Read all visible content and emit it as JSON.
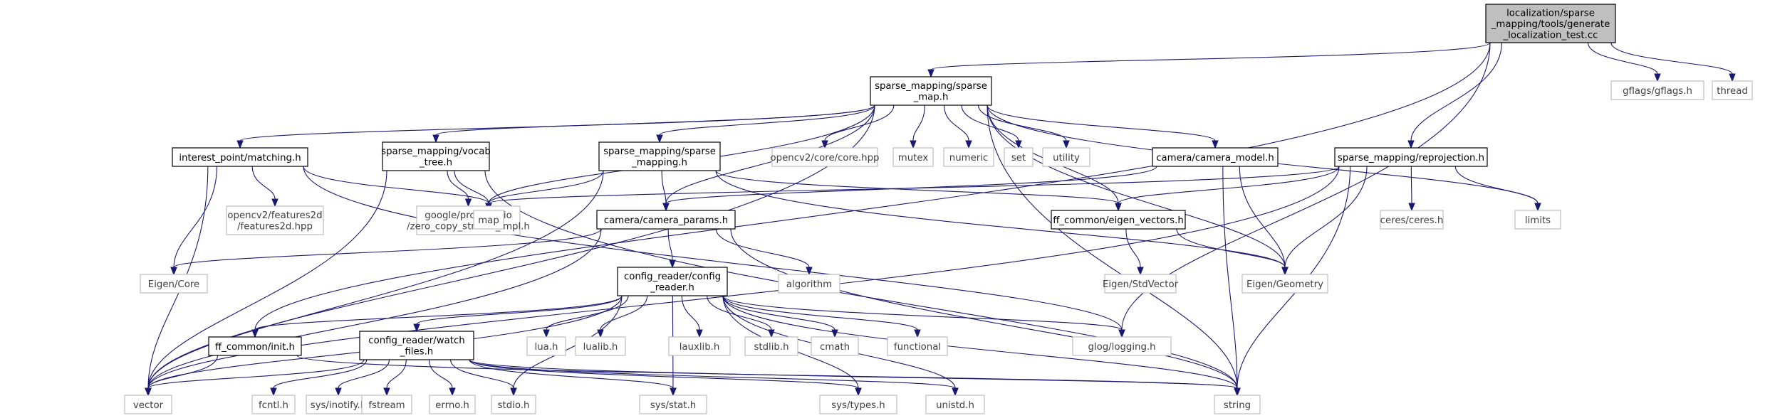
{
  "graph": {
    "colors": {
      "edge": "#191970",
      "root_fill": "#bfbfbf",
      "local_border": "#000000",
      "external_border": "#bfbfbf"
    },
    "nodes": [
      {
        "id": "root",
        "kind": "root",
        "lines": [
          "localization/sparse",
          "_mapping/tools/generate",
          "_localization_test.cc"
        ]
      },
      {
        "id": "sparse_map",
        "kind": "local",
        "lines": [
          "sparse_mapping/sparse",
          "_map.h"
        ]
      },
      {
        "id": "gflags",
        "kind": "ext",
        "lines": [
          "gflags/gflags.h"
        ]
      },
      {
        "id": "thread",
        "kind": "ext",
        "lines": [
          "thread"
        ]
      },
      {
        "id": "matching",
        "kind": "local",
        "lines": [
          "interest_point/matching.h"
        ]
      },
      {
        "id": "vocab_tree",
        "kind": "local",
        "lines": [
          "sparse_mapping/vocab",
          "_tree.h"
        ]
      },
      {
        "id": "sparse_mapping_h",
        "kind": "local",
        "lines": [
          "sparse_mapping/sparse",
          "_mapping.h"
        ]
      },
      {
        "id": "opencv_core",
        "kind": "ext",
        "lines": [
          "opencv2/core/core.hpp"
        ]
      },
      {
        "id": "mutex",
        "kind": "ext",
        "lines": [
          "mutex"
        ]
      },
      {
        "id": "numeric",
        "kind": "ext",
        "lines": [
          "numeric"
        ]
      },
      {
        "id": "set",
        "kind": "ext",
        "lines": [
          "set"
        ]
      },
      {
        "id": "utility",
        "kind": "ext",
        "lines": [
          "utility"
        ]
      },
      {
        "id": "camera_model",
        "kind": "local",
        "lines": [
          "camera/camera_model.h"
        ]
      },
      {
        "id": "reprojection",
        "kind": "local",
        "lines": [
          "sparse_mapping/reprojection.h"
        ]
      },
      {
        "id": "features2d",
        "kind": "ext",
        "lines": [
          "opencv2/features2d",
          "/features2d.hpp"
        ]
      },
      {
        "id": "protobuf",
        "kind": "ext",
        "lines": [
          "google/protobuf/io",
          "/zero_copy_stream_impl.h"
        ]
      },
      {
        "id": "map",
        "kind": "ext",
        "lines": [
          "map"
        ]
      },
      {
        "id": "camera_params",
        "kind": "local",
        "lines": [
          "camera/camera_params.h"
        ]
      },
      {
        "id": "eigen_vectors",
        "kind": "local",
        "lines": [
          "ff_common/eigen_vectors.h"
        ]
      },
      {
        "id": "ceres",
        "kind": "ext",
        "lines": [
          "ceres/ceres.h"
        ]
      },
      {
        "id": "limits",
        "kind": "ext",
        "lines": [
          "limits"
        ]
      },
      {
        "id": "eigen_core",
        "kind": "ext",
        "lines": [
          "Eigen/Core"
        ]
      },
      {
        "id": "config_reader",
        "kind": "local",
        "lines": [
          "config_reader/config",
          "_reader.h"
        ]
      },
      {
        "id": "algorithm",
        "kind": "ext",
        "lines": [
          "algorithm"
        ]
      },
      {
        "id": "eigen_stdvector",
        "kind": "ext",
        "lines": [
          "Eigen/StdVector"
        ]
      },
      {
        "id": "eigen_geometry",
        "kind": "ext",
        "lines": [
          "Eigen/Geometry"
        ]
      },
      {
        "id": "ff_init",
        "kind": "local",
        "lines": [
          "ff_common/init.h"
        ]
      },
      {
        "id": "watch_files",
        "kind": "local",
        "lines": [
          "config_reader/watch",
          "_files.h"
        ]
      },
      {
        "id": "lua",
        "kind": "ext",
        "lines": [
          "lua.h"
        ]
      },
      {
        "id": "lualib",
        "kind": "ext",
        "lines": [
          "lualib.h"
        ]
      },
      {
        "id": "lauxlib",
        "kind": "ext",
        "lines": [
          "lauxlib.h"
        ]
      },
      {
        "id": "stdlib",
        "kind": "ext",
        "lines": [
          "stdlib.h"
        ]
      },
      {
        "id": "cmath",
        "kind": "ext",
        "lines": [
          "cmath"
        ]
      },
      {
        "id": "functional",
        "kind": "ext",
        "lines": [
          "functional"
        ]
      },
      {
        "id": "glog",
        "kind": "ext",
        "lines": [
          "glog/logging.h"
        ]
      },
      {
        "id": "vector",
        "kind": "ext",
        "lines": [
          "vector"
        ]
      },
      {
        "id": "fcntl",
        "kind": "ext",
        "lines": [
          "fcntl.h"
        ]
      },
      {
        "id": "inotify",
        "kind": "ext",
        "lines": [
          "sys/inotify.h"
        ]
      },
      {
        "id": "fstream",
        "kind": "ext",
        "lines": [
          "fstream"
        ]
      },
      {
        "id": "errno",
        "kind": "ext",
        "lines": [
          "errno.h"
        ]
      },
      {
        "id": "stdio",
        "kind": "ext",
        "lines": [
          "stdio.h"
        ]
      },
      {
        "id": "sys_stat",
        "kind": "ext",
        "lines": [
          "sys/stat.h"
        ]
      },
      {
        "id": "sys_types",
        "kind": "ext",
        "lines": [
          "sys/types.h"
        ]
      },
      {
        "id": "unistd",
        "kind": "ext",
        "lines": [
          "unistd.h"
        ]
      },
      {
        "id": "string",
        "kind": "ext",
        "lines": [
          "string"
        ]
      }
    ],
    "edges": [
      [
        "root",
        "sparse_map"
      ],
      [
        "root",
        "gflags"
      ],
      [
        "root",
        "thread"
      ],
      [
        "root",
        "reprojection"
      ],
      [
        "root",
        "glog"
      ],
      [
        "root",
        "ff_init"
      ],
      [
        "sparse_map",
        "vector"
      ],
      [
        "sparse_map",
        "matching"
      ],
      [
        "sparse_map",
        "vocab_tree"
      ],
      [
        "sparse_map",
        "sparse_mapping_h"
      ],
      [
        "sparse_map",
        "map"
      ],
      [
        "sparse_map",
        "camera_params"
      ],
      [
        "sparse_map",
        "opencv_core"
      ],
      [
        "sparse_map",
        "mutex"
      ],
      [
        "sparse_map",
        "numeric"
      ],
      [
        "sparse_map",
        "set"
      ],
      [
        "sparse_map",
        "utility"
      ],
      [
        "sparse_map",
        "camera_model"
      ],
      [
        "sparse_map",
        "eigen_vectors"
      ],
      [
        "sparse_map",
        "eigen_geometry"
      ],
      [
        "sparse_map",
        "limits"
      ],
      [
        "sparse_map",
        "string"
      ],
      [
        "matching",
        "features2d"
      ],
      [
        "matching",
        "map"
      ],
      [
        "matching",
        "eigen_core"
      ],
      [
        "matching",
        "vector"
      ],
      [
        "matching",
        "glog"
      ],
      [
        "vocab_tree",
        "protobuf"
      ],
      [
        "vocab_tree",
        "map"
      ],
      [
        "vocab_tree",
        "vector"
      ],
      [
        "vocab_tree",
        "string"
      ],
      [
        "sparse_mapping_h",
        "map"
      ],
      [
        "sparse_mapping_h",
        "camera_params"
      ],
      [
        "sparse_mapping_h",
        "eigen_vectors"
      ],
      [
        "sparse_mapping_h",
        "vector"
      ],
      [
        "sparse_mapping_h",
        "eigen_geometry"
      ],
      [
        "camera_model",
        "camera_params"
      ],
      [
        "camera_model",
        "eigen_geometry"
      ],
      [
        "camera_model",
        "string"
      ],
      [
        "reprojection",
        "map"
      ],
      [
        "reprojection",
        "eigen_vectors"
      ],
      [
        "reprojection",
        "ceres"
      ],
      [
        "reprojection",
        "limits"
      ],
      [
        "reprojection",
        "eigen_geometry"
      ],
      [
        "reprojection",
        "string"
      ],
      [
        "reprojection",
        "vector"
      ],
      [
        "camera_params",
        "eigen_core"
      ],
      [
        "camera_params",
        "config_reader"
      ],
      [
        "camera_params",
        "algorithm"
      ],
      [
        "camera_params",
        "string"
      ],
      [
        "camera_params",
        "vector"
      ],
      [
        "eigen_vectors",
        "eigen_stdvector"
      ],
      [
        "eigen_vectors",
        "eigen_geometry"
      ],
      [
        "config_reader",
        "ff_init"
      ],
      [
        "config_reader",
        "watch_files"
      ],
      [
        "config_reader",
        "lua"
      ],
      [
        "config_reader",
        "lualib"
      ],
      [
        "config_reader",
        "lauxlib"
      ],
      [
        "config_reader",
        "stdlib"
      ],
      [
        "config_reader",
        "cmath"
      ],
      [
        "config_reader",
        "functional"
      ],
      [
        "config_reader",
        "glog"
      ],
      [
        "config_reader",
        "string"
      ],
      [
        "config_reader",
        "vector"
      ],
      [
        "config_reader",
        "stdio"
      ],
      [
        "config_reader",
        "sys_stat"
      ],
      [
        "config_reader",
        "sys_types"
      ],
      [
        "config_reader",
        "unistd"
      ],
      [
        "ff_init",
        "vector"
      ],
      [
        "ff_init",
        "string"
      ],
      [
        "watch_files",
        "vector"
      ],
      [
        "watch_files",
        "fcntl"
      ],
      [
        "watch_files",
        "inotify"
      ],
      [
        "watch_files",
        "fstream"
      ],
      [
        "watch_files",
        "errno"
      ],
      [
        "watch_files",
        "stdio"
      ],
      [
        "watch_files",
        "sys_stat"
      ],
      [
        "watch_files",
        "sys_types"
      ],
      [
        "watch_files",
        "unistd"
      ],
      [
        "watch_files",
        "string"
      ]
    ]
  }
}
